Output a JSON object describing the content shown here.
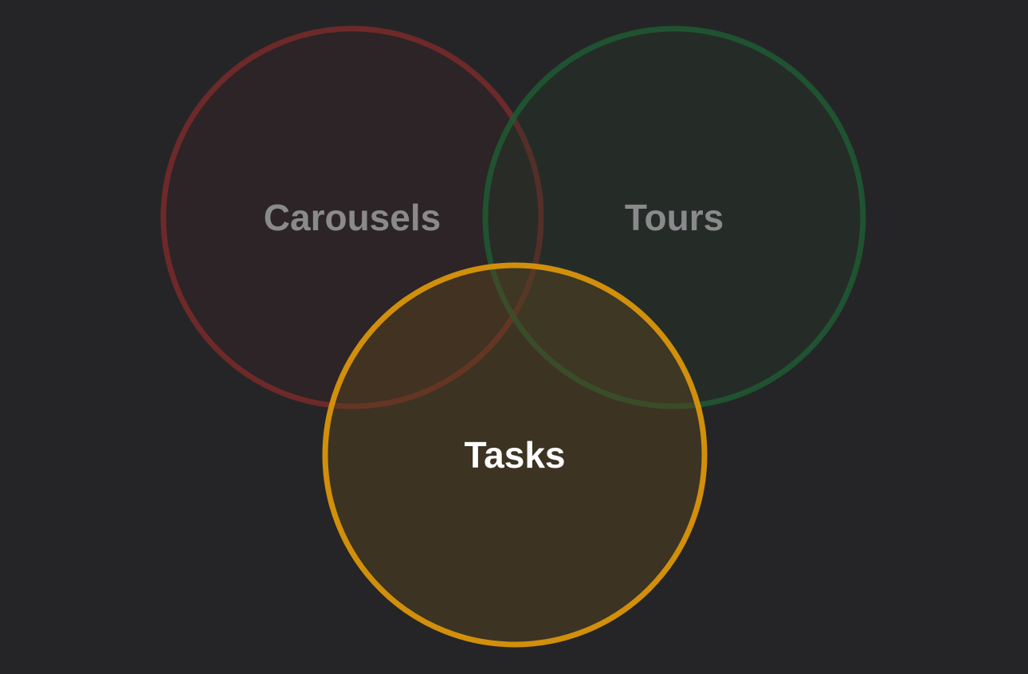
{
  "diagram": {
    "sets": [
      {
        "id": "carousels",
        "label": "Carousels",
        "stroke_color": "#7a2a2a",
        "fill_color": "#3a2326",
        "label_color": "#8a8a8c",
        "active": false
      },
      {
        "id": "tours",
        "label": "Tours",
        "stroke_color": "#1f5b32",
        "fill_color": "#243a2c",
        "label_color": "#8a8a8c",
        "active": false
      },
      {
        "id": "tasks",
        "label": "Tasks",
        "stroke_color": "#d18f0b",
        "fill_color": "#5a4520",
        "label_color": "#ffffff",
        "active": true
      }
    ]
  }
}
